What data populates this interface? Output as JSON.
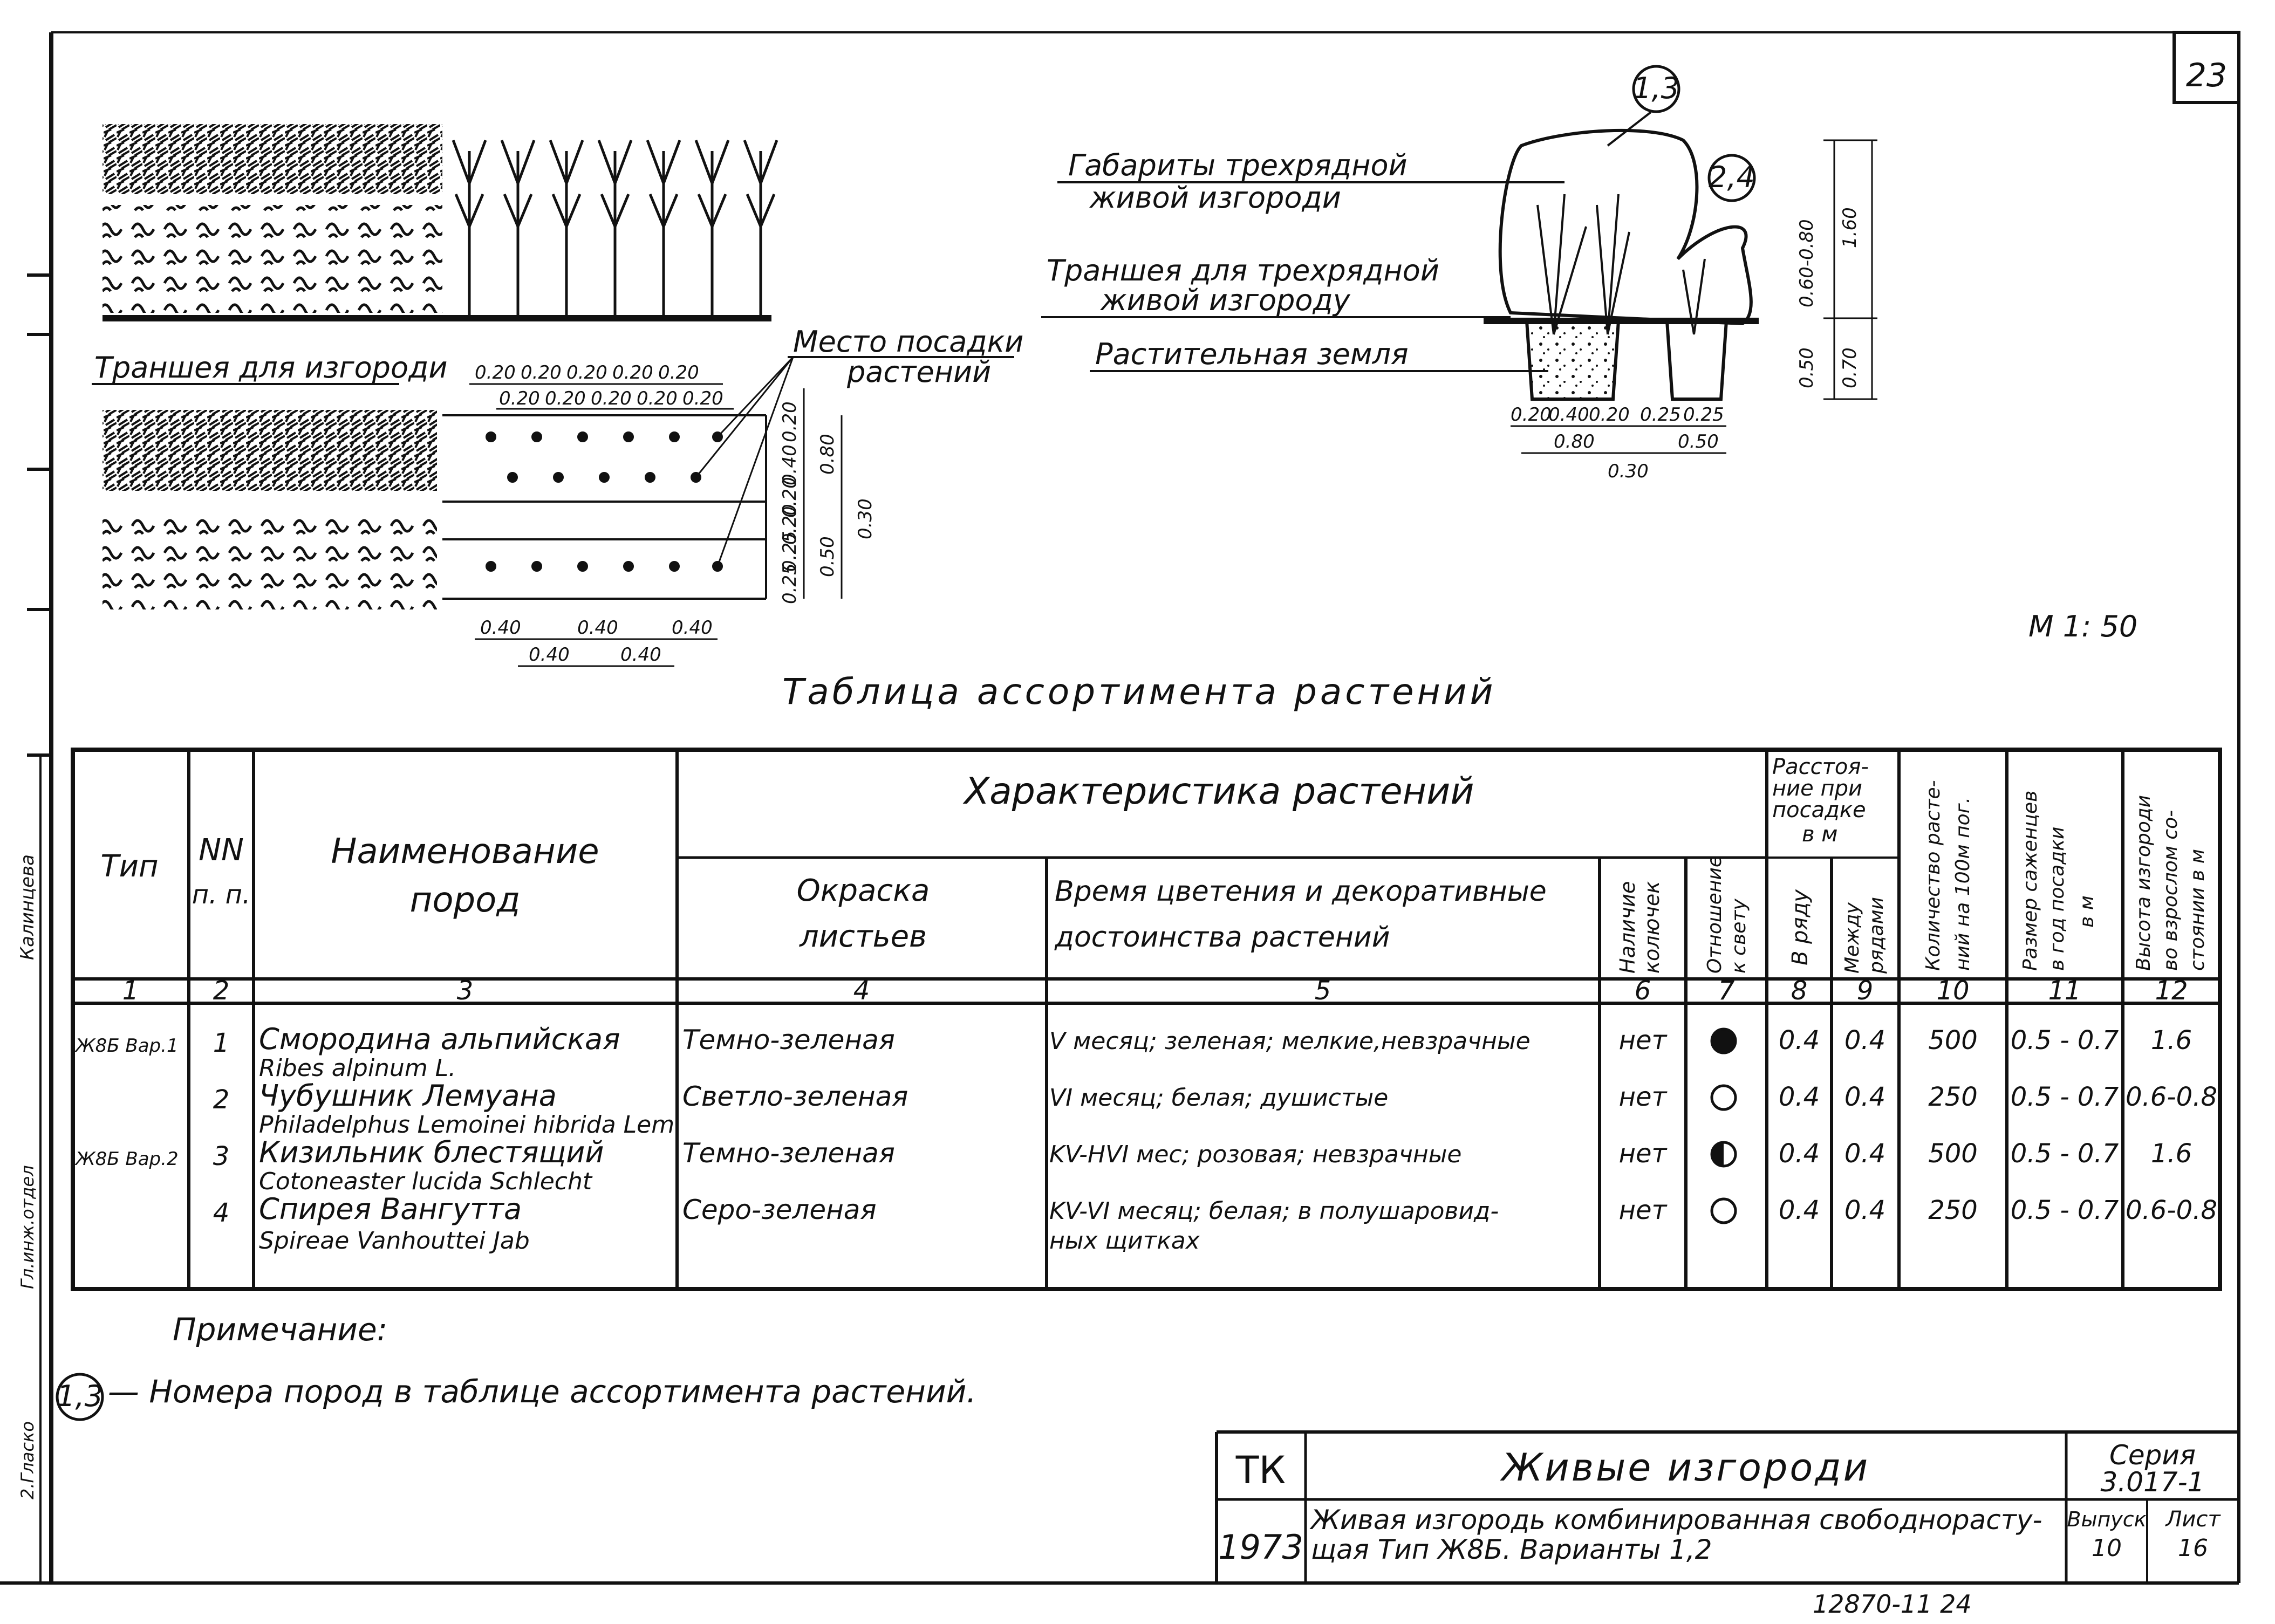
{
  "sheet": {
    "sheet_number": "23",
    "scale": "М 1: 50",
    "bottom_number": "12870-11   24"
  },
  "left_margin": {
    "label_top": "Калинцева",
    "label_mid": "Гл.инж.отдел",
    "label_bottom": "2.Гласко"
  },
  "plan": {
    "trench_label": "Траншея для изгороди",
    "planting_place_line1": "Место посадки",
    "planting_place_line2": "растений",
    "row_spacing_top": [
      "0.20",
      "0.20",
      "0.20",
      "0.20",
      "0.20"
    ],
    "row_spacing_bottom": [
      "0.20",
      "0.20",
      "0.20",
      "0.20",
      "0.20"
    ],
    "right_dims": [
      "0.20",
      "0.40",
      "0.20",
      "0.80",
      "0.20",
      "0.25",
      "0.25",
      "0.50",
      "0.30"
    ],
    "bottom_dims_top": [
      "0.40",
      "0.40",
      "0.40"
    ],
    "bottom_dims_bottom": [
      "0.40",
      "0.40"
    ]
  },
  "section": {
    "label_gabarity_line1": "Габариты трехрядной",
    "label_gabarity_line2": "живой изгороди",
    "label_transheya_line1": "Траншея для трехрядной",
    "label_transheya_line2": "живой изгороду",
    "label_zemlya": "Растительная земля",
    "callout_a": "1,3",
    "callout_b": "2,4",
    "dims_bottom": [
      "0.20",
      "0.40",
      "0.20",
      "0.25",
      "0.25"
    ],
    "dims_bottom2": [
      "0.80",
      "0.50"
    ],
    "dims_bottom3": "0.30",
    "dims_vertical": [
      "0.50",
      "0.60-0.80",
      "1.60",
      "0.70"
    ]
  },
  "table": {
    "title": "Таблица ассортимента растений",
    "headers": {
      "type": "Тип",
      "nn_line1": "NN",
      "nn_line2": "п. п.",
      "name_line1": "Наименование",
      "name_line2": "пород",
      "characteristics": "Характеристика растений",
      "leaf_color_line1": "Окраска",
      "leaf_color_line2": "листьев",
      "bloom_line1": "Время цветения и декоративные",
      "bloom_line2": "достоинства растений",
      "thorns_line1": "Наличие",
      "thorns_line2": "колючек",
      "light_line1": "Отношение",
      "light_line2": "к свету",
      "distance_line1": "Расстоя-",
      "distance_line2": "ние при",
      "distance_line3": "посадке",
      "distance_line4": "в м",
      "in_row": "В ряду",
      "between_rows_line1": "Между",
      "between_rows_line2": "рядами",
      "count_line1": "Количество расте-",
      "count_line2": "ний на 100м пог.",
      "size_line1": "Размер саженцев",
      "size_line2": "в год посадки",
      "size_line3": "в м",
      "height_line1": "Высота изгороди",
      "height_line2": "во взрослом со-",
      "height_line3": "стоянии в м"
    },
    "col_numbers": [
      "1",
      "2",
      "3",
      "4",
      "5",
      "6",
      "7",
      "8",
      "9",
      "10",
      "11",
      "12"
    ],
    "rows": [
      {
        "type": "Ж8Б Вар.1",
        "nn": "1",
        "name_ru": "Смородина альпийская",
        "name_lat": "Ribes alpinum L.",
        "leaf": "Темно-зеленая",
        "bloom": "V месяц; зеленая; мелкие,невзрачные",
        "bloom2": "",
        "thorns": "нет",
        "light": "full",
        "in_row": "0.4",
        "between": "0.4",
        "count": "500",
        "size": "0.5 - 0.7",
        "height": "1.6"
      },
      {
        "type": "",
        "nn": "2",
        "name_ru": "Чубушник Лемуана",
        "name_lat": "Philadelphus Lemoinei hibrida Lem",
        "leaf": "Светло-зеленая",
        "bloom": "VI месяц; белая; душистые",
        "bloom2": "",
        "thorns": "нет",
        "light": "empty",
        "in_row": "0.4",
        "between": "0.4",
        "count": "250",
        "size": "0.5 - 0.7",
        "height": "0.6-0.8"
      },
      {
        "type": "Ж8Б Вар.2",
        "nn": "3",
        "name_ru": "Кизильник блестящий",
        "name_lat": "Cotoneaster lucida Schlecht",
        "leaf": "Темно-зеленая",
        "bloom": "KV-HVI мес; розовая; невзрачные",
        "bloom2": "",
        "thorns": "нет",
        "light": "half",
        "in_row": "0.4",
        "between": "0.4",
        "count": "500",
        "size": "0.5 - 0.7",
        "height": "1.6"
      },
      {
        "type": "",
        "nn": "4",
        "name_ru": "Спирея Вангутта",
        "name_lat": "Spireae Vanhouttei Jab",
        "leaf": "Серо-зеленая",
        "bloom": "KV-VI месяц; белая; в полушаровид-",
        "bloom2": "ных щитках",
        "thorns": "нет",
        "light": "empty",
        "in_row": "0.4",
        "between": "0.4",
        "count": "250",
        "size": "0.5 - 0.7",
        "height": "0.6-0.8"
      }
    ]
  },
  "note": {
    "title": "Примечание:",
    "callout": "1,3",
    "text": "— Номера пород в таблице   ассортимента растений."
  },
  "title_block": {
    "org": "ТК",
    "year": "1973",
    "main_title": "Живые   изгороди",
    "subtitle_line1": "Живая изгородь комбинированная свободнорасту-",
    "subtitle_line2": "щая  Тип Ж8Б. Варианты 1,2",
    "series_label": "Серия",
    "series_value": "3.017-1",
    "issue_label": "Выпуск",
    "issue_value": "10",
    "sheet_label": "Лист",
    "sheet_value": "16"
  }
}
